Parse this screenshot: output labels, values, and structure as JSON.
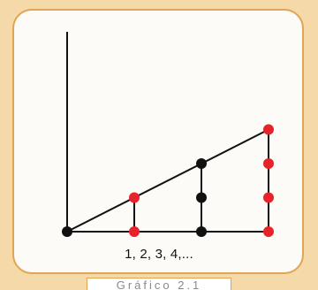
{
  "figure": {
    "sequence_label": "1, 2, 3, 4,...",
    "caption": "Gráfico 2.1"
  },
  "diagram": {
    "line_color": "#111111",
    "dot_black": "#111111",
    "dot_red": "#e8222a",
    "columns": [
      {
        "step": 1,
        "dots": [
          "black"
        ]
      },
      {
        "step": 2,
        "dots": [
          "red",
          "red"
        ]
      },
      {
        "step": 3,
        "dots": [
          "black",
          "black",
          "black"
        ]
      },
      {
        "step": 4,
        "dots": [
          "red",
          "red",
          "red",
          "red"
        ]
      }
    ]
  },
  "colors": {
    "background": "#f6d9a8",
    "card": "#fdfbf7",
    "border": "#e1a552",
    "caption_text": "#8a8a8a"
  }
}
